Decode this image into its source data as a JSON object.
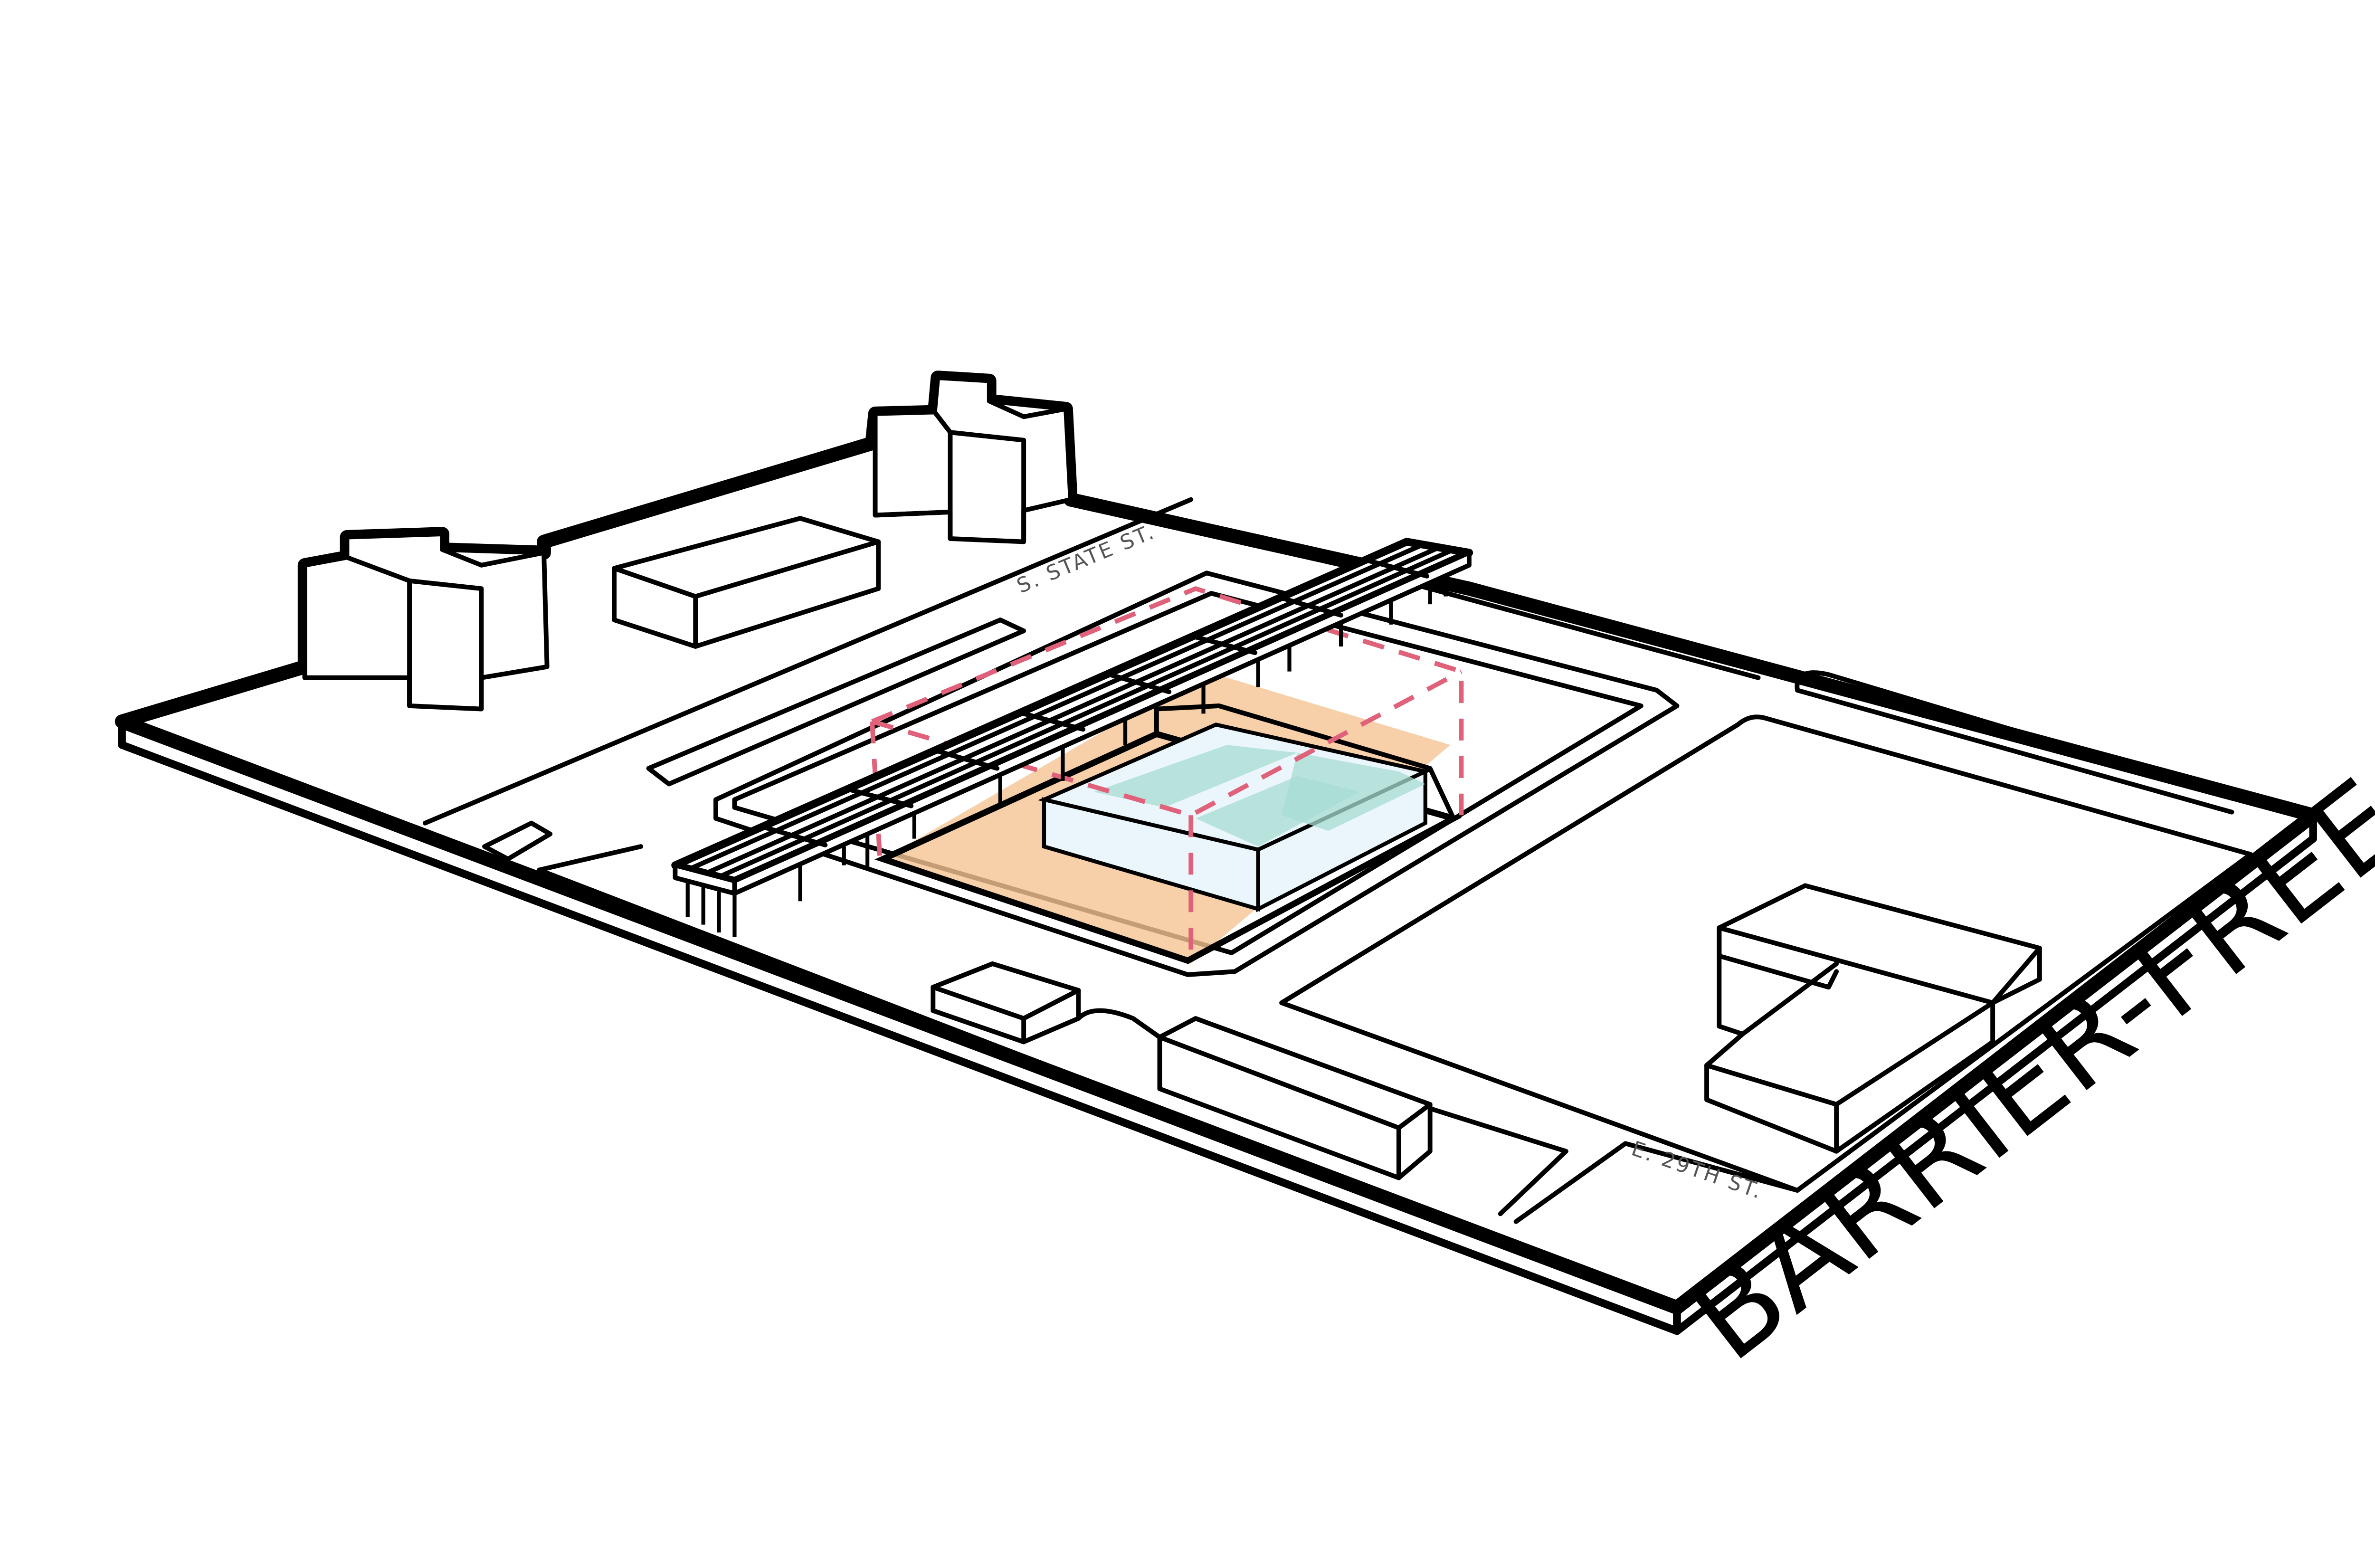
{
  "diagram": {
    "title": "BARRIER-FREE",
    "streets": [
      {
        "name": "S. STATE ST."
      },
      {
        "name": "E. 29TH ST."
      }
    ]
  },
  "colors": {
    "outline": "#000000",
    "zone_fill": "#f5c493",
    "glass_fill": "#eaf6fb",
    "glass_accent": "#a7dcd1",
    "boundary_dash": "#e0617a",
    "street_text": "#555555",
    "background": "#ffffff"
  }
}
